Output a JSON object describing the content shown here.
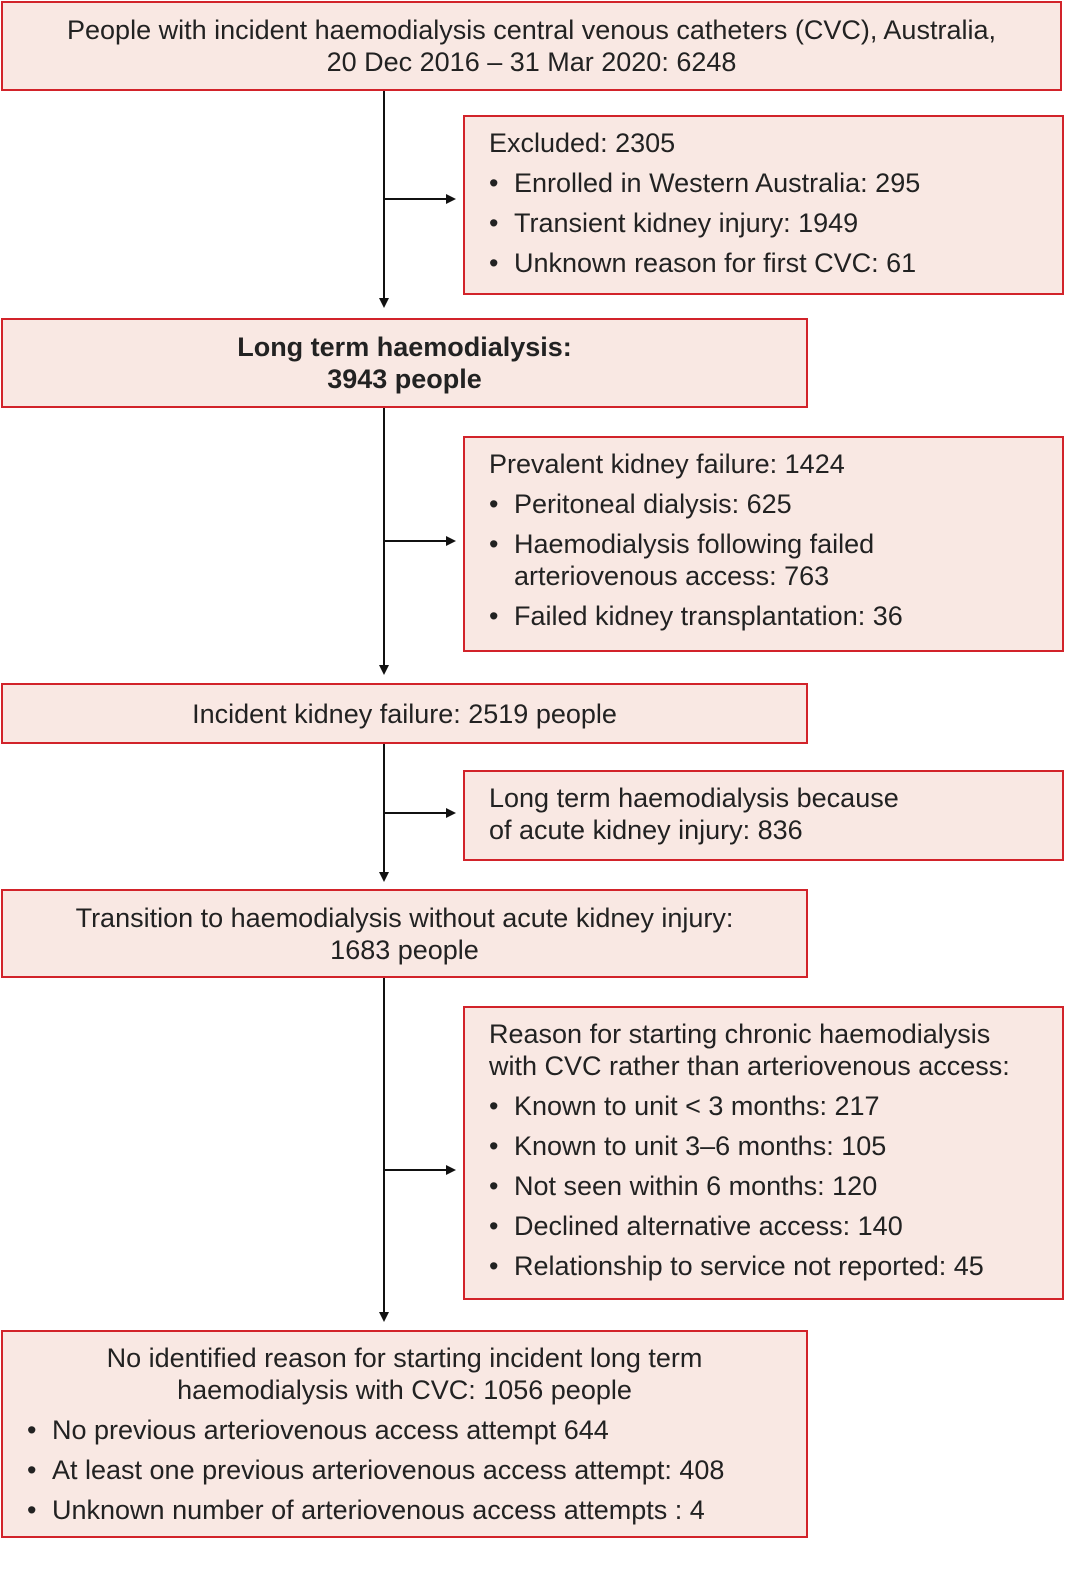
{
  "boxes": {
    "start": {
      "line1": "People with incident haemodialysis central venous catheters (CVC), Australia,",
      "line2": "20 Dec 2016 – 31 Mar 2020: 6248"
    },
    "excluded": {
      "heading": "Excluded: 2305",
      "items": [
        "Enrolled in Western Australia: 295",
        "Transient kidney injury: 1949",
        "Unknown reason for first CVC: 61"
      ]
    },
    "long_term": {
      "line1": "Long term haemodialysis:",
      "line2": "3943 people"
    },
    "prevalent": {
      "heading": "Prevalent kidney failure: 1424",
      "items": [
        "Peritoneal dialysis: 625",
        "Haemodialysis following failed arteriovenous access: 763",
        "Failed kidney transplantation: 36"
      ]
    },
    "incident": {
      "line1": "Incident kidney failure: 2519 people"
    },
    "acute": {
      "line1": "Long term haemodialysis because",
      "line2": "of acute kidney injury: 836"
    },
    "transition": {
      "line1": "Transition to haemodialysis without acute kidney injury:",
      "line2": "1683 people"
    },
    "reason": {
      "heading_line1": "Reason for starting chronic haemodialysis",
      "heading_line2": "with CVC rather than arteriovenous access:",
      "items": [
        "Known to unit < 3 months: 217",
        "Known to unit 3–6 months: 105",
        "Not seen within 6 months: 120",
        "Declined alternative access: 140",
        "Relationship to service not reported: 45"
      ]
    },
    "final": {
      "line1": "No identified reason for starting incident long term",
      "line2": "haemodialysis with CVC: 1056 people",
      "items": [
        "No previous arteriovenous access attempt 644",
        "At least one previous arteriovenous access attempt: 408",
        "Unknown number of arteriovenous access attempts : 4"
      ]
    }
  },
  "colors": {
    "box_fill": "#f9e8e3",
    "box_border": "#d2232a",
    "arrow": "#111111"
  }
}
